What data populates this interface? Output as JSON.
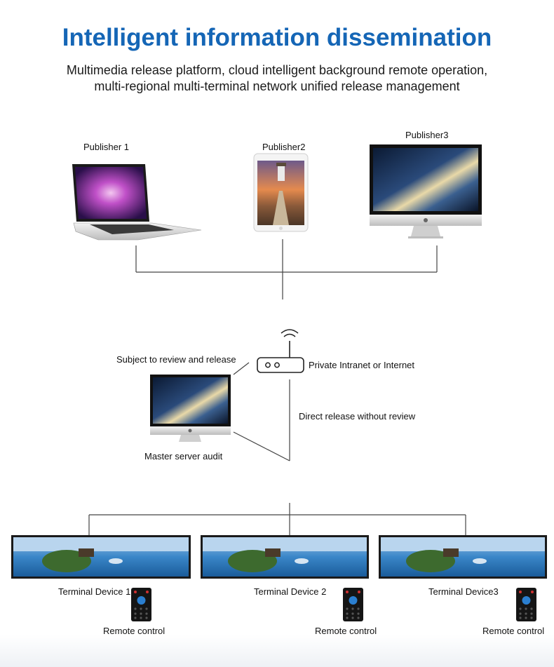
{
  "header": {
    "title": "Intelligent information dissemination",
    "subtitle_line1": "Multimedia release platform, cloud intelligent background remote operation,",
    "subtitle_line2": "multi-regional multi-terminal network unified release management"
  },
  "publishers": {
    "p1": "Publisher 1",
    "p2": "Publisher2",
    "p3": "Publisher3"
  },
  "network": {
    "review_label": "Subject to review and release",
    "router_label": "Private Intranet or Internet",
    "direct_label": "Direct release without review",
    "server_label": "Master server audit"
  },
  "terminals": {
    "t1": "Terminal Device 1",
    "t2": "Terminal Device 2",
    "t3": "Terminal Device3",
    "remote1": "Remote control",
    "remote2": "Remote control",
    "remote3": "Remote control"
  }
}
